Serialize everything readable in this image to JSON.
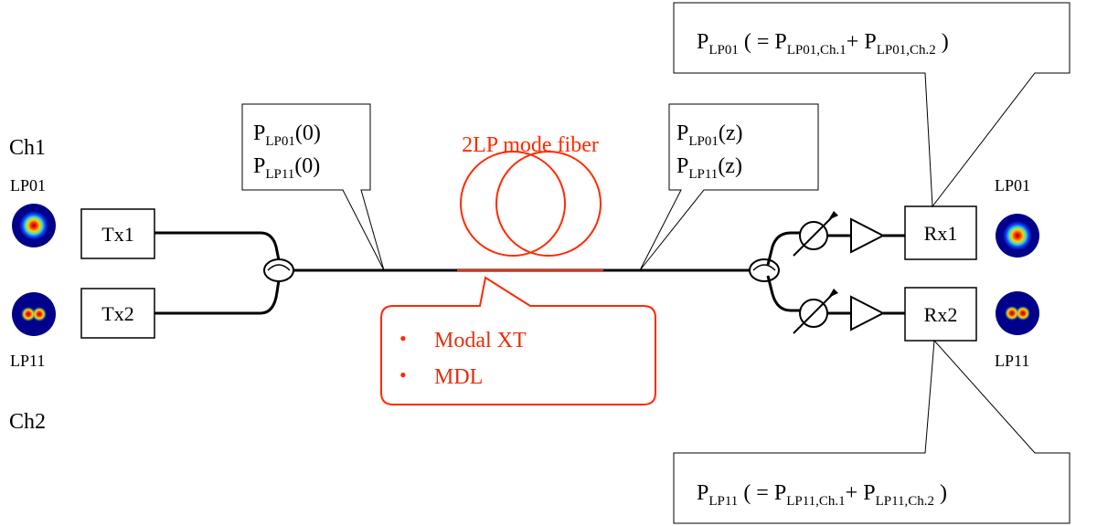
{
  "channels": {
    "ch1": "Ch1",
    "ch2": "Ch2",
    "mode_left_top": "LP01",
    "mode_left_bottom": "LP11",
    "mode_right_top": "LP01",
    "mode_right_bottom": "LP11"
  },
  "transmitters": {
    "tx1": "Tx1",
    "tx2": "Tx2"
  },
  "receivers": {
    "rx1": "Rx1",
    "rx2": "Rx2"
  },
  "fiber": {
    "label": "2LP mode fiber"
  },
  "impairments": [
    "Modal XT",
    "MDL"
  ],
  "callouts": {
    "input": {
      "line1": {
        "p": "P",
        "sub": "LP01",
        "suffix": "(0)"
      },
      "line2": {
        "p": "P",
        "sub": "LP11",
        "suffix": "(0)"
      }
    },
    "output": {
      "line1": {
        "p": "P",
        "sub": "LP01",
        "suffix": "(z)"
      },
      "line2": {
        "p": "P",
        "sub": "LP11",
        "suffix": "(z)"
      }
    },
    "rx_lp01": {
      "p": "P",
      "sub": "LP01",
      "eq": " ( = ",
      "t1_p": "P",
      "t1_sub": "LP01,Ch.1",
      "plus": "+ ",
      "t2_p": "P",
      "t2_sub": "LP01,Ch.2",
      "close": " )"
    },
    "rx_lp11": {
      "p": "P",
      "sub": "LP11",
      "eq": " ( = ",
      "t1_p": "P",
      "t1_sub": "LP11,Ch.1",
      "plus": "+ ",
      "t2_p": "P",
      "t2_sub": "LP11,Ch.2",
      "close": " )"
    }
  },
  "colors": {
    "fiber": "#ff2a00",
    "line": "#000000",
    "callout_text": "#e62e0a"
  }
}
